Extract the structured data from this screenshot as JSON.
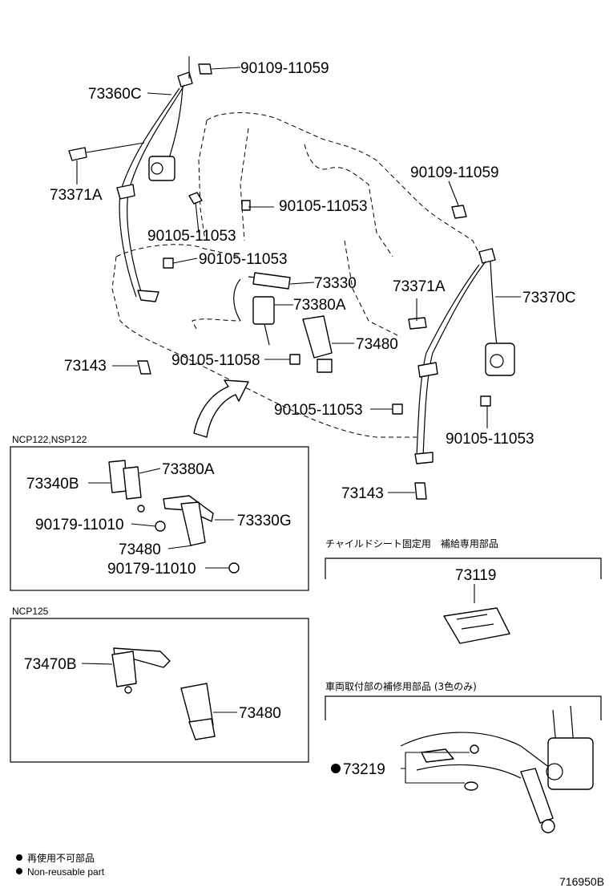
{
  "labels": {
    "p_90109_11059_top": "90109-11059",
    "p_73360C": "73360C",
    "p_73371A_left": "73371A",
    "p_90105_11053_a": "90105-11053",
    "p_90105_11053_b": "90105-11053",
    "p_90105_11053_c": "90105-11053",
    "p_90109_11059_right": "90109-11059",
    "p_73330": "73330",
    "p_73380A": "73380A",
    "p_73371A_right": "73371A",
    "p_73370C": "73370C",
    "p_73480": "73480",
    "p_73143_left": "73143",
    "p_90105_11058": "90105-11058",
    "p_90105_11053_d": "90105-11053",
    "p_90105_11053_e": "90105-11053",
    "p_73143_right": "73143"
  },
  "box_ncp122": {
    "title": "NCP122,NSP122",
    "p_73380A": "73380A",
    "p_73340B": "73340B",
    "p_90179_11010_a": "90179-11010",
    "p_73330G": "73330G",
    "p_73480": "73480",
    "p_90179_11010_b": "90179-11010"
  },
  "box_ncp125": {
    "title": "NCP125",
    "p_73470B": "73470B",
    "p_73480": "73480"
  },
  "child_seat": {
    "title": "チャイルドシート固定用　補給専用部品",
    "part": "73119"
  },
  "repair": {
    "title": "車両取付部の補修用部品 (3色のみ)",
    "part": "73219"
  },
  "legend": {
    "line1": "再使用不可部品",
    "line2": "Non-reusable part"
  },
  "drawing_number": "716950B"
}
